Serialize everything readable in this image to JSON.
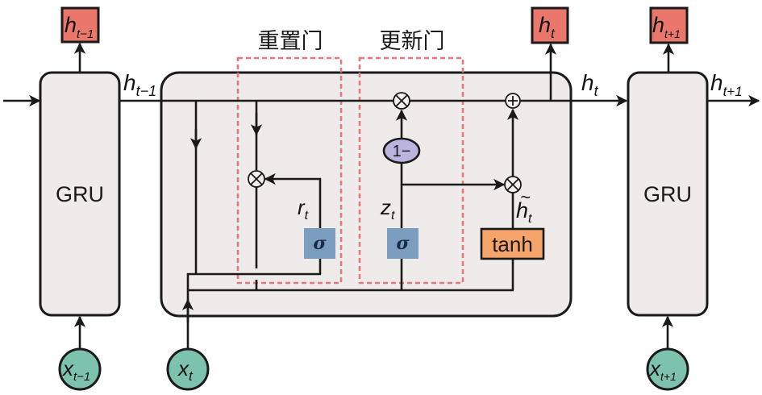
{
  "gate_labels": {
    "reset": "重置门",
    "update": "更新门"
  },
  "cells": [
    {
      "label": "GRU"
    },
    {
      "label": "GRU"
    }
  ],
  "outputs": [
    {
      "var": "h",
      "sub": "t−1"
    },
    {
      "var": "h",
      "sub": "t"
    },
    {
      "var": "h",
      "sub": "t+1"
    }
  ],
  "inputs": [
    {
      "var": "x",
      "sub": "t−1"
    },
    {
      "var": "x",
      "sub": "t"
    },
    {
      "var": "x",
      "sub": "t+1"
    }
  ],
  "state_labels": [
    {
      "var": "h",
      "sub": "t−1"
    },
    {
      "var": "h",
      "sub": "t"
    },
    {
      "var": "h",
      "sub": "t+1"
    }
  ],
  "internal": {
    "reset_signal": {
      "var": "r",
      "sub": "t"
    },
    "update_signal": {
      "var": "z",
      "sub": "t"
    },
    "candidate": {
      "var": "h",
      "tilde": "~",
      "sub": "t"
    },
    "sigma": "σ",
    "tanh": "tanh",
    "one_minus": "1−"
  },
  "colors": {
    "cell_fill": "#efebea",
    "output_box": "#e9776b",
    "input_circle": "#7cc2ad",
    "sigma_box": "#7b9ec0",
    "tanh_box": "#f5a46c",
    "one_minus": "#bab4df",
    "gate_dash": "#e4787e"
  }
}
